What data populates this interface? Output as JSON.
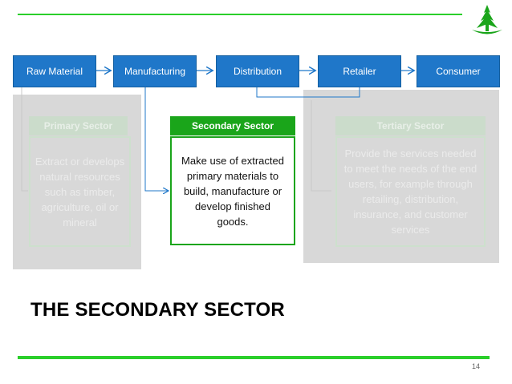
{
  "flow": {
    "steps": [
      "Raw Material",
      "Manufacturing",
      "Distribution",
      "Retailer",
      "Consumer"
    ]
  },
  "sectors": {
    "primary": {
      "title": "Primary Sector",
      "body": "Extract or develops natural resources  such as timber, agriculture, oil or mineral"
    },
    "secondary": {
      "title": "Secondary Sector",
      "body": "Make use of extracted primary materials to build, manufacture or develop finished goods."
    },
    "tertiary": {
      "title": "Tertiary Sector",
      "body": "Provide the services needed to meet the needs of the end users, for example through retailing, distribution, insurance, and customer services"
    }
  },
  "slide": {
    "title": "THE SECONDARY SECTOR",
    "page_number": "14"
  },
  "colors": {
    "flow_blue": "#1f77c9",
    "accent_green": "#1aa51a",
    "rule_green": "#2bcf2b"
  }
}
